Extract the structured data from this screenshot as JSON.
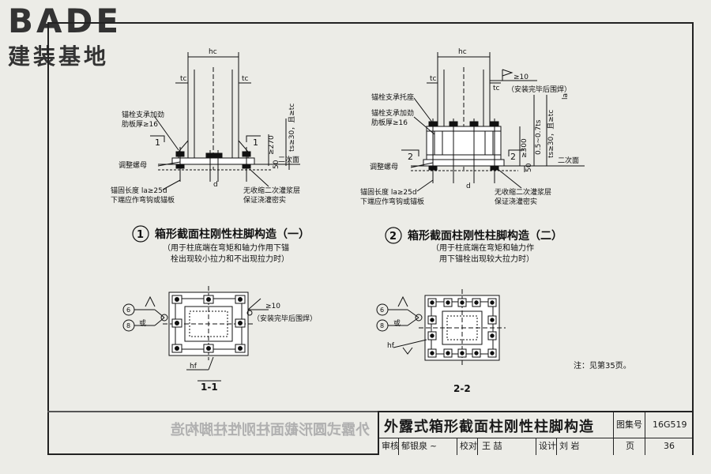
{
  "brand": {
    "latin": "BADE",
    "cn": "建装基地"
  },
  "detail1": {
    "number": "1",
    "title": "箱形截面柱刚性柱脚构造（一）",
    "note_line1": "（用于柱底端在弯矩和轴力作用下锚",
    "note_line2": "栓出现较小拉力和不出现拉力时）",
    "labels": {
      "hc": "hc",
      "tc_left": "tc",
      "tc_right": "tc",
      "rib": "锚栓支承加劲",
      "rib2": "肋板厚≥16",
      "nut": "调整螺母",
      "anchor": "锚固长度 la≥25d",
      "anchor2": "下端应作弯钩或锚板",
      "d": "d",
      "grout": "无收缩二次灌浆层",
      "grout2": "保证浇灌密实",
      "second": "二次面",
      "dim270": "≥270",
      "dim50": "50",
      "dim_ts": "ts≥30，且≥tc",
      "sec": "1"
    }
  },
  "detail2": {
    "number": "2",
    "title": "箱形截面柱刚性柱脚构造（二）",
    "note_line1": "（用于柱底端在弯矩和轴力作",
    "note_line2": "用下锚栓出现较大拉力时）",
    "labels": {
      "hc": "hc",
      "tc_left": "tc",
      "tc_right": "tc",
      "weld": "≥10",
      "weld_note": "（安装完毕后围焊）",
      "seat": "锚栓支承托座",
      "rib": "锚栓支承加劲",
      "rib2": "肋板厚≥16",
      "nut": "调整螺母",
      "anchor": "锚固长度 la≥25d",
      "anchor2": "下端应作弯钩或锚板",
      "d": "d",
      "grout": "无收缩二次灌浆层",
      "grout2": "保证浇灌密实",
      "second": "二次面",
      "dim300": "≥300",
      "dim50": "50",
      "dim_ts": "ts≥30，且≥tc",
      "dim_sp": "0.5~0.7ts",
      "la": "la",
      "sec": "2"
    }
  },
  "section1": {
    "label": "1-1",
    "c6": "6",
    "c8": "8",
    "or": "或",
    "weld": "≥10",
    "weld_note": "（安装完毕后围焊）",
    "hf": "hf"
  },
  "section2": {
    "label": "2-2",
    "c6": "6",
    "c8": "8",
    "or": "或",
    "hf": "hf"
  },
  "note": "注：见第35页。",
  "title_block": {
    "title": "外露式箱形截面柱刚性柱脚构造",
    "atlas_label": "图集号",
    "atlas_no": "16G519",
    "review_label": "审核",
    "reviewer": "郁银泉",
    "check_label": "校对",
    "checker": "王 喆",
    "design_label": "设计",
    "designer": "刘 岩",
    "page_label": "页",
    "page_no": "36"
  }
}
